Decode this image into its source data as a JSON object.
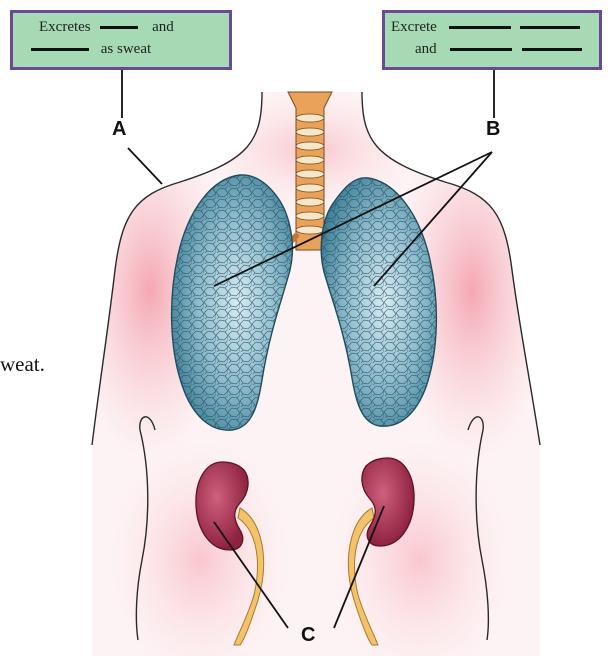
{
  "box_a": {
    "word1": "Excretes",
    "word2": "and",
    "word3": "as sweat"
  },
  "box_b": {
    "word1": "Excrete",
    "word2": "and"
  },
  "labels": {
    "a": "A",
    "b": "B",
    "c": "C"
  },
  "side_text": "weat.",
  "colors": {
    "box_fill": "#a6dab5",
    "box_border": "#6a4a92",
    "lungs": "#5a93a6",
    "kidneys": "#a8324f",
    "ureters": "#f2c36b",
    "trachea": "#e39a4e",
    "skin_glow": "#f4a6b0"
  }
}
